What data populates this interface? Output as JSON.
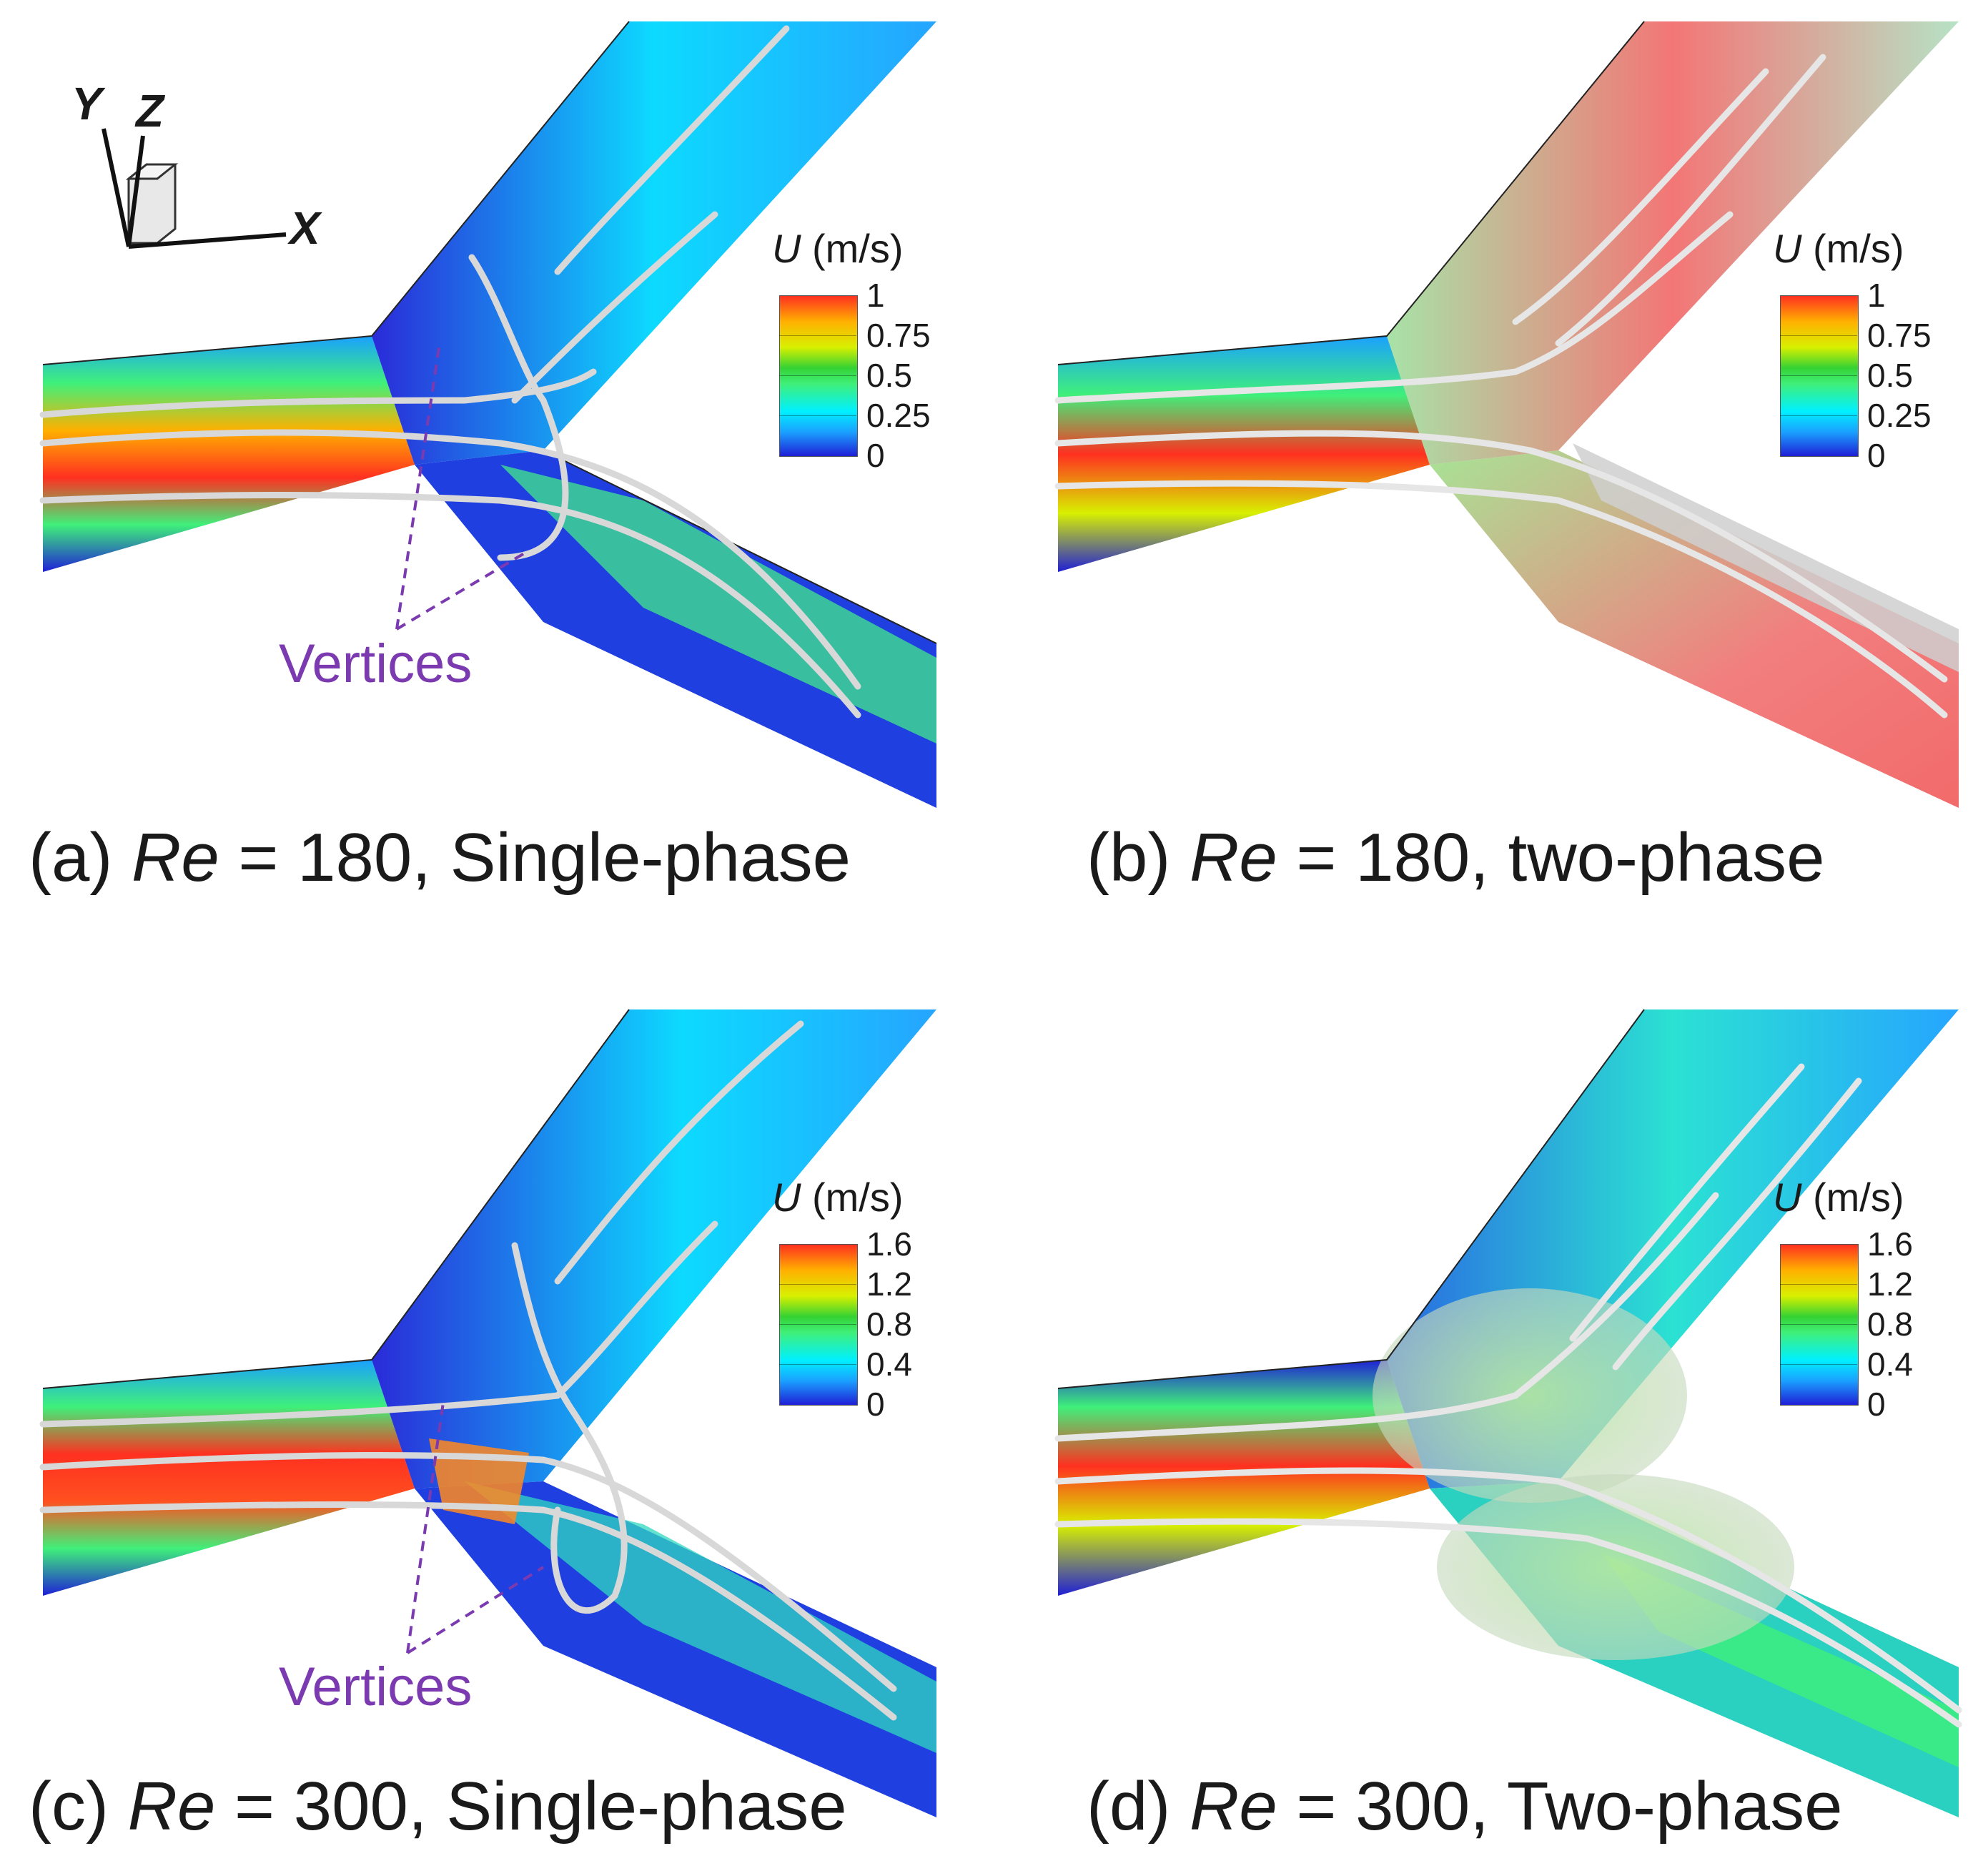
{
  "axes": {
    "x": "X",
    "y": "Y",
    "z": "Z"
  },
  "panels": [
    {
      "caption_prefix": "(a) ",
      "caption_var": "Re",
      "caption_suffix": " = 180, Single-phase",
      "legend": {
        "var": "U",
        "unit": " (m/s)",
        "ticks": [
          "1",
          "0.75",
          "0.5",
          "0.25",
          "0"
        ]
      },
      "annotation": "Vertices"
    },
    {
      "caption_prefix": "(b) ",
      "caption_var": "Re",
      "caption_suffix": " = 180, two-phase",
      "legend": {
        "var": "U",
        "unit": " (m/s)",
        "ticks": [
          "1",
          "0.75",
          "0.5",
          "0.25",
          "0"
        ]
      }
    },
    {
      "caption_prefix": "(c) ",
      "caption_var": "Re",
      "caption_suffix": " = 300, Single-phase",
      "legend": {
        "var": "U",
        "unit": " (m/s)",
        "ticks": [
          "1.6",
          "1.2",
          "0.8",
          "0.4",
          "0"
        ]
      },
      "annotation": "Vertices"
    },
    {
      "caption_prefix": "(d) ",
      "caption_var": "Re",
      "caption_suffix": " = 300, Two-phase",
      "legend": {
        "var": "U",
        "unit": " (m/s)",
        "ticks": [
          "1.6",
          "1.2",
          "0.8",
          "0.4",
          "0"
        ]
      }
    }
  ],
  "colormap": [
    "#1f1fd6",
    "#1aa0ff",
    "#00f0ff",
    "#3ff07a",
    "#34d234",
    "#d8f000",
    "#ffb000",
    "#ff3020"
  ]
}
